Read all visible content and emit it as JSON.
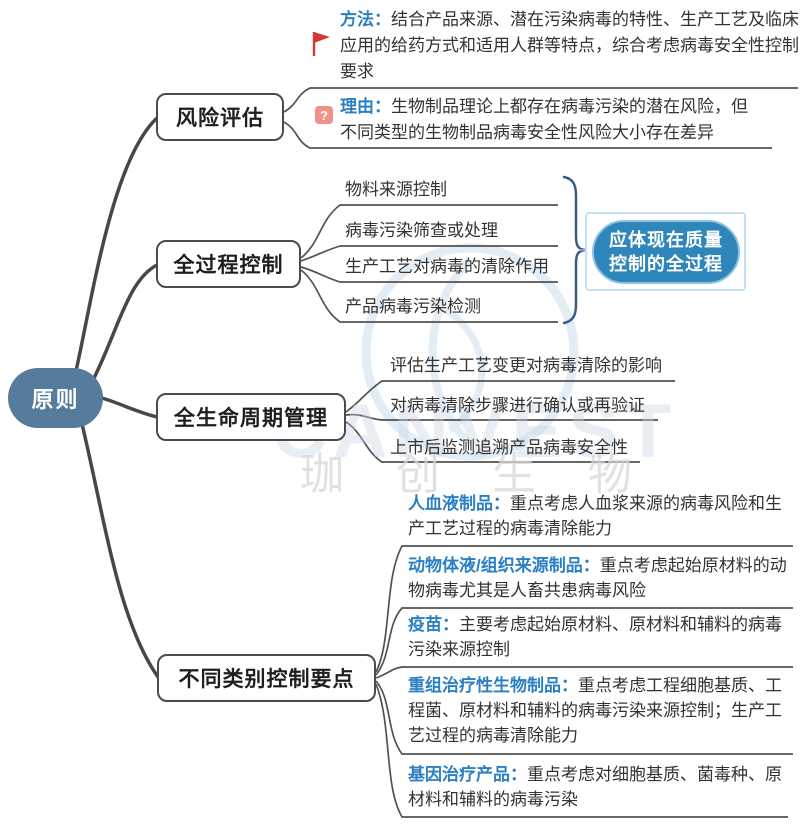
{
  "root": {
    "label": "原则"
  },
  "colors": {
    "root_fill": "#567b9d",
    "annotation_fill": "#2e86ba",
    "annotation_border": "#c5e0f2",
    "brace": "#3a5c8c",
    "blue_label": "#2b7fc3",
    "line": "#4f4f4f",
    "question_icon_bg": "#f2908a",
    "flag_red": "#cf3a32"
  },
  "branches": [
    {
      "label": "风险评估",
      "children": [
        {
          "icon": "flag-icon",
          "label": "方法：",
          "text": "结合产品来源、潜在污染病毒的特性、生产工艺及临床应用的给药方式和适用人群等特点，综合考虑病毒安全性控制要求"
        },
        {
          "icon": "question-icon",
          "label": "理由：",
          "text": "生物制品理论上都存在病毒污染的潜在风险，但不同类型的生物制品病毒安全性风险大小存在差异"
        }
      ]
    },
    {
      "label": "全过程控制",
      "children": [
        {
          "text": "物料来源控制"
        },
        {
          "text": "病毒污染筛查或处理"
        },
        {
          "text": "生产工艺对病毒的清除作用"
        },
        {
          "text": "产品病毒污染检测"
        }
      ],
      "annotation": {
        "line1": "应体现在质量",
        "line2": "控制的全过程"
      }
    },
    {
      "label": "全生命周期管理",
      "children": [
        {
          "text": "评估生产工艺变更对病毒清除的影响"
        },
        {
          "text": "对病毒清除步骤进行确认或再验证"
        },
        {
          "text": "上市后监测追溯产品病毒安全性"
        }
      ]
    },
    {
      "label": "不同类别控制要点",
      "children": [
        {
          "label": "人血液制品：",
          "text": "重点考虑人血浆来源的病毒风险和生产工艺过程的病毒清除能力"
        },
        {
          "label": "动物体液/组织来源制品：",
          "text": "重点考虑起始原材料的动物病毒尤其是人畜共患病毒风险"
        },
        {
          "label": "疫苗：",
          "text": "主要考虑起始原材料、原材料和辅料的病毒污染来源控制"
        },
        {
          "label": "重组治疗性生物制品：",
          "text": "重点考虑工程细胞基质、工程菌、原材料和辅料的病毒污染来源控制；生产工艺过程的病毒清除能力"
        },
        {
          "label": "基因治疗产品：",
          "text": "重点考虑对细胞基质、菌毒种、原材料和辅料的病毒污染"
        }
      ]
    }
  ],
  "icons": {
    "question_glyph": "?"
  },
  "watermark": {
    "latin": "CANVEST",
    "cjk": "珈创生物"
  }
}
